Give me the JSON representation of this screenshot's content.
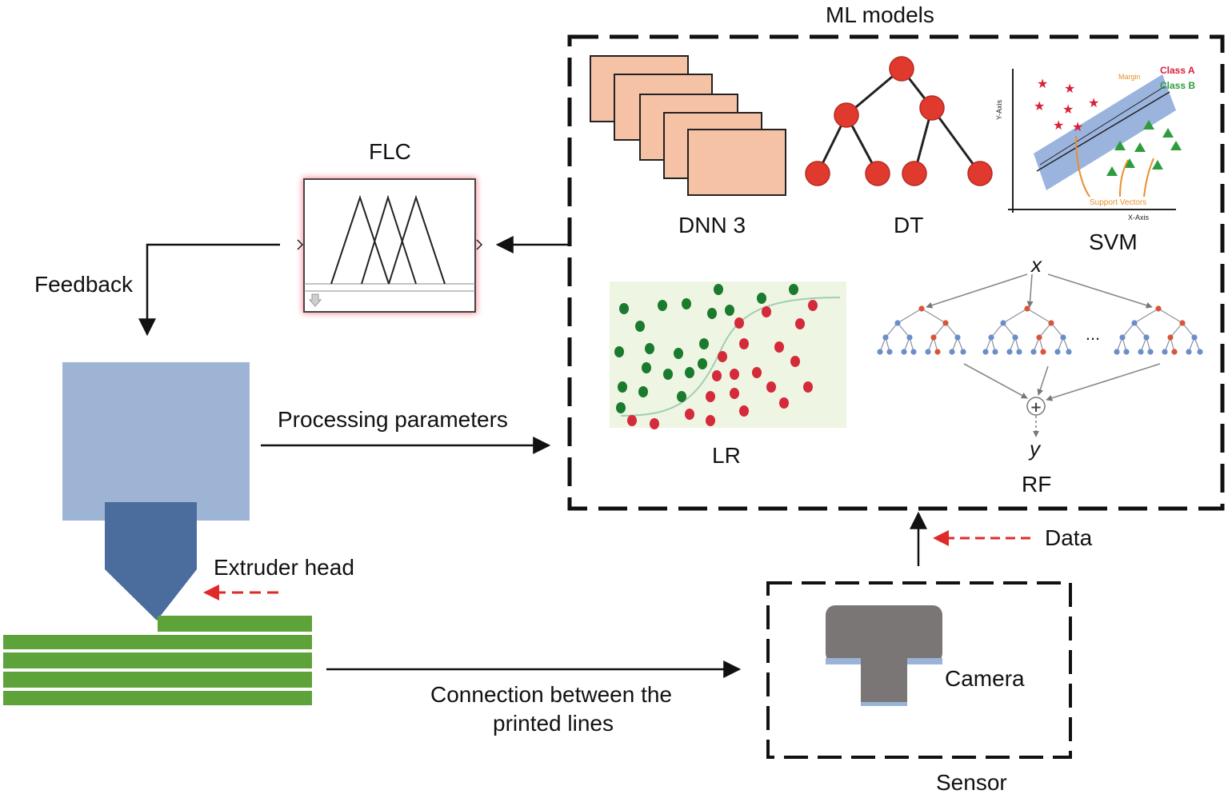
{
  "labels": {
    "ml_models": "ML models",
    "flc": "FLC",
    "feedback": "Feedback",
    "processing_parameters": "Processing parameters",
    "extruder_head": "Extruder head",
    "connection_line1": "Connection between the",
    "connection_line2": "printed lines",
    "camera": "Camera",
    "sensor": "Sensor",
    "data": "Data"
  },
  "models": {
    "dnn": "DNN 3",
    "dt": "DT",
    "svm": "SVM",
    "lr": "LR",
    "rf": "RF"
  },
  "svm_inset": {
    "class_a": "Class A",
    "class_b": "Class B",
    "margin": "Margin",
    "support_vectors": "Support Vectors",
    "x_axis": "X-Axis",
    "y_axis": "Y-Axis"
  },
  "rf_inset": {
    "input": "x",
    "output": "y",
    "ellipsis": "...",
    "combine": "+"
  },
  "colors": {
    "dnn_fill": "#f5c2a6",
    "tree_node": "#e03a2e",
    "extruder_body": "#9db4d4",
    "extruder_nozzle": "#4a6d9e",
    "printed_lines": "#5ea33a",
    "camera_body": "#7a7675",
    "lr_background": "#eef5e3",
    "lr_green": "#1a7a2e",
    "lr_red": "#d42a3a",
    "data_arrow": "#e02a2a"
  }
}
